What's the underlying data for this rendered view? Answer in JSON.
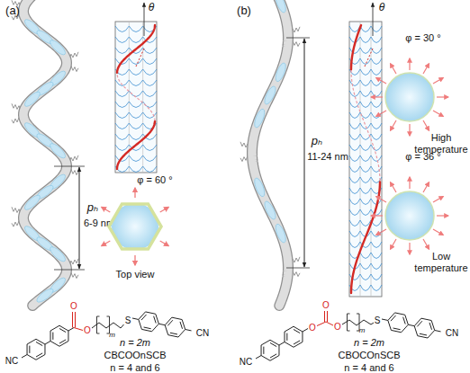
{
  "diagram": {
    "nodes": [
      {
        "text": [
          "φ = 60 °",
          "Top view"
        ]
      },
      {
        "text": [
          "φ = 30 °",
          "High temperature"
        ]
      },
      {
        "text": [
          "φ = 36 °",
          "Low temperature"
        ]
      }
    ],
    "labels": [
      "(a)",
      "θ",
      "pₕ",
      "6-9 nm",
      "NC",
      "O",
      "O",
      "m",
      "S",
      "CN",
      "n = 2m",
      "CBCOOnSCB",
      "n = 4 and 6",
      "(b)",
      "θ",
      "pₕ",
      "11-24 nm",
      "NC",
      "O",
      "O",
      "O",
      "m",
      "S",
      "CN",
      "n = 2m",
      "CBOCOnSCB",
      "n = 4 and 6"
    ]
  }
}
